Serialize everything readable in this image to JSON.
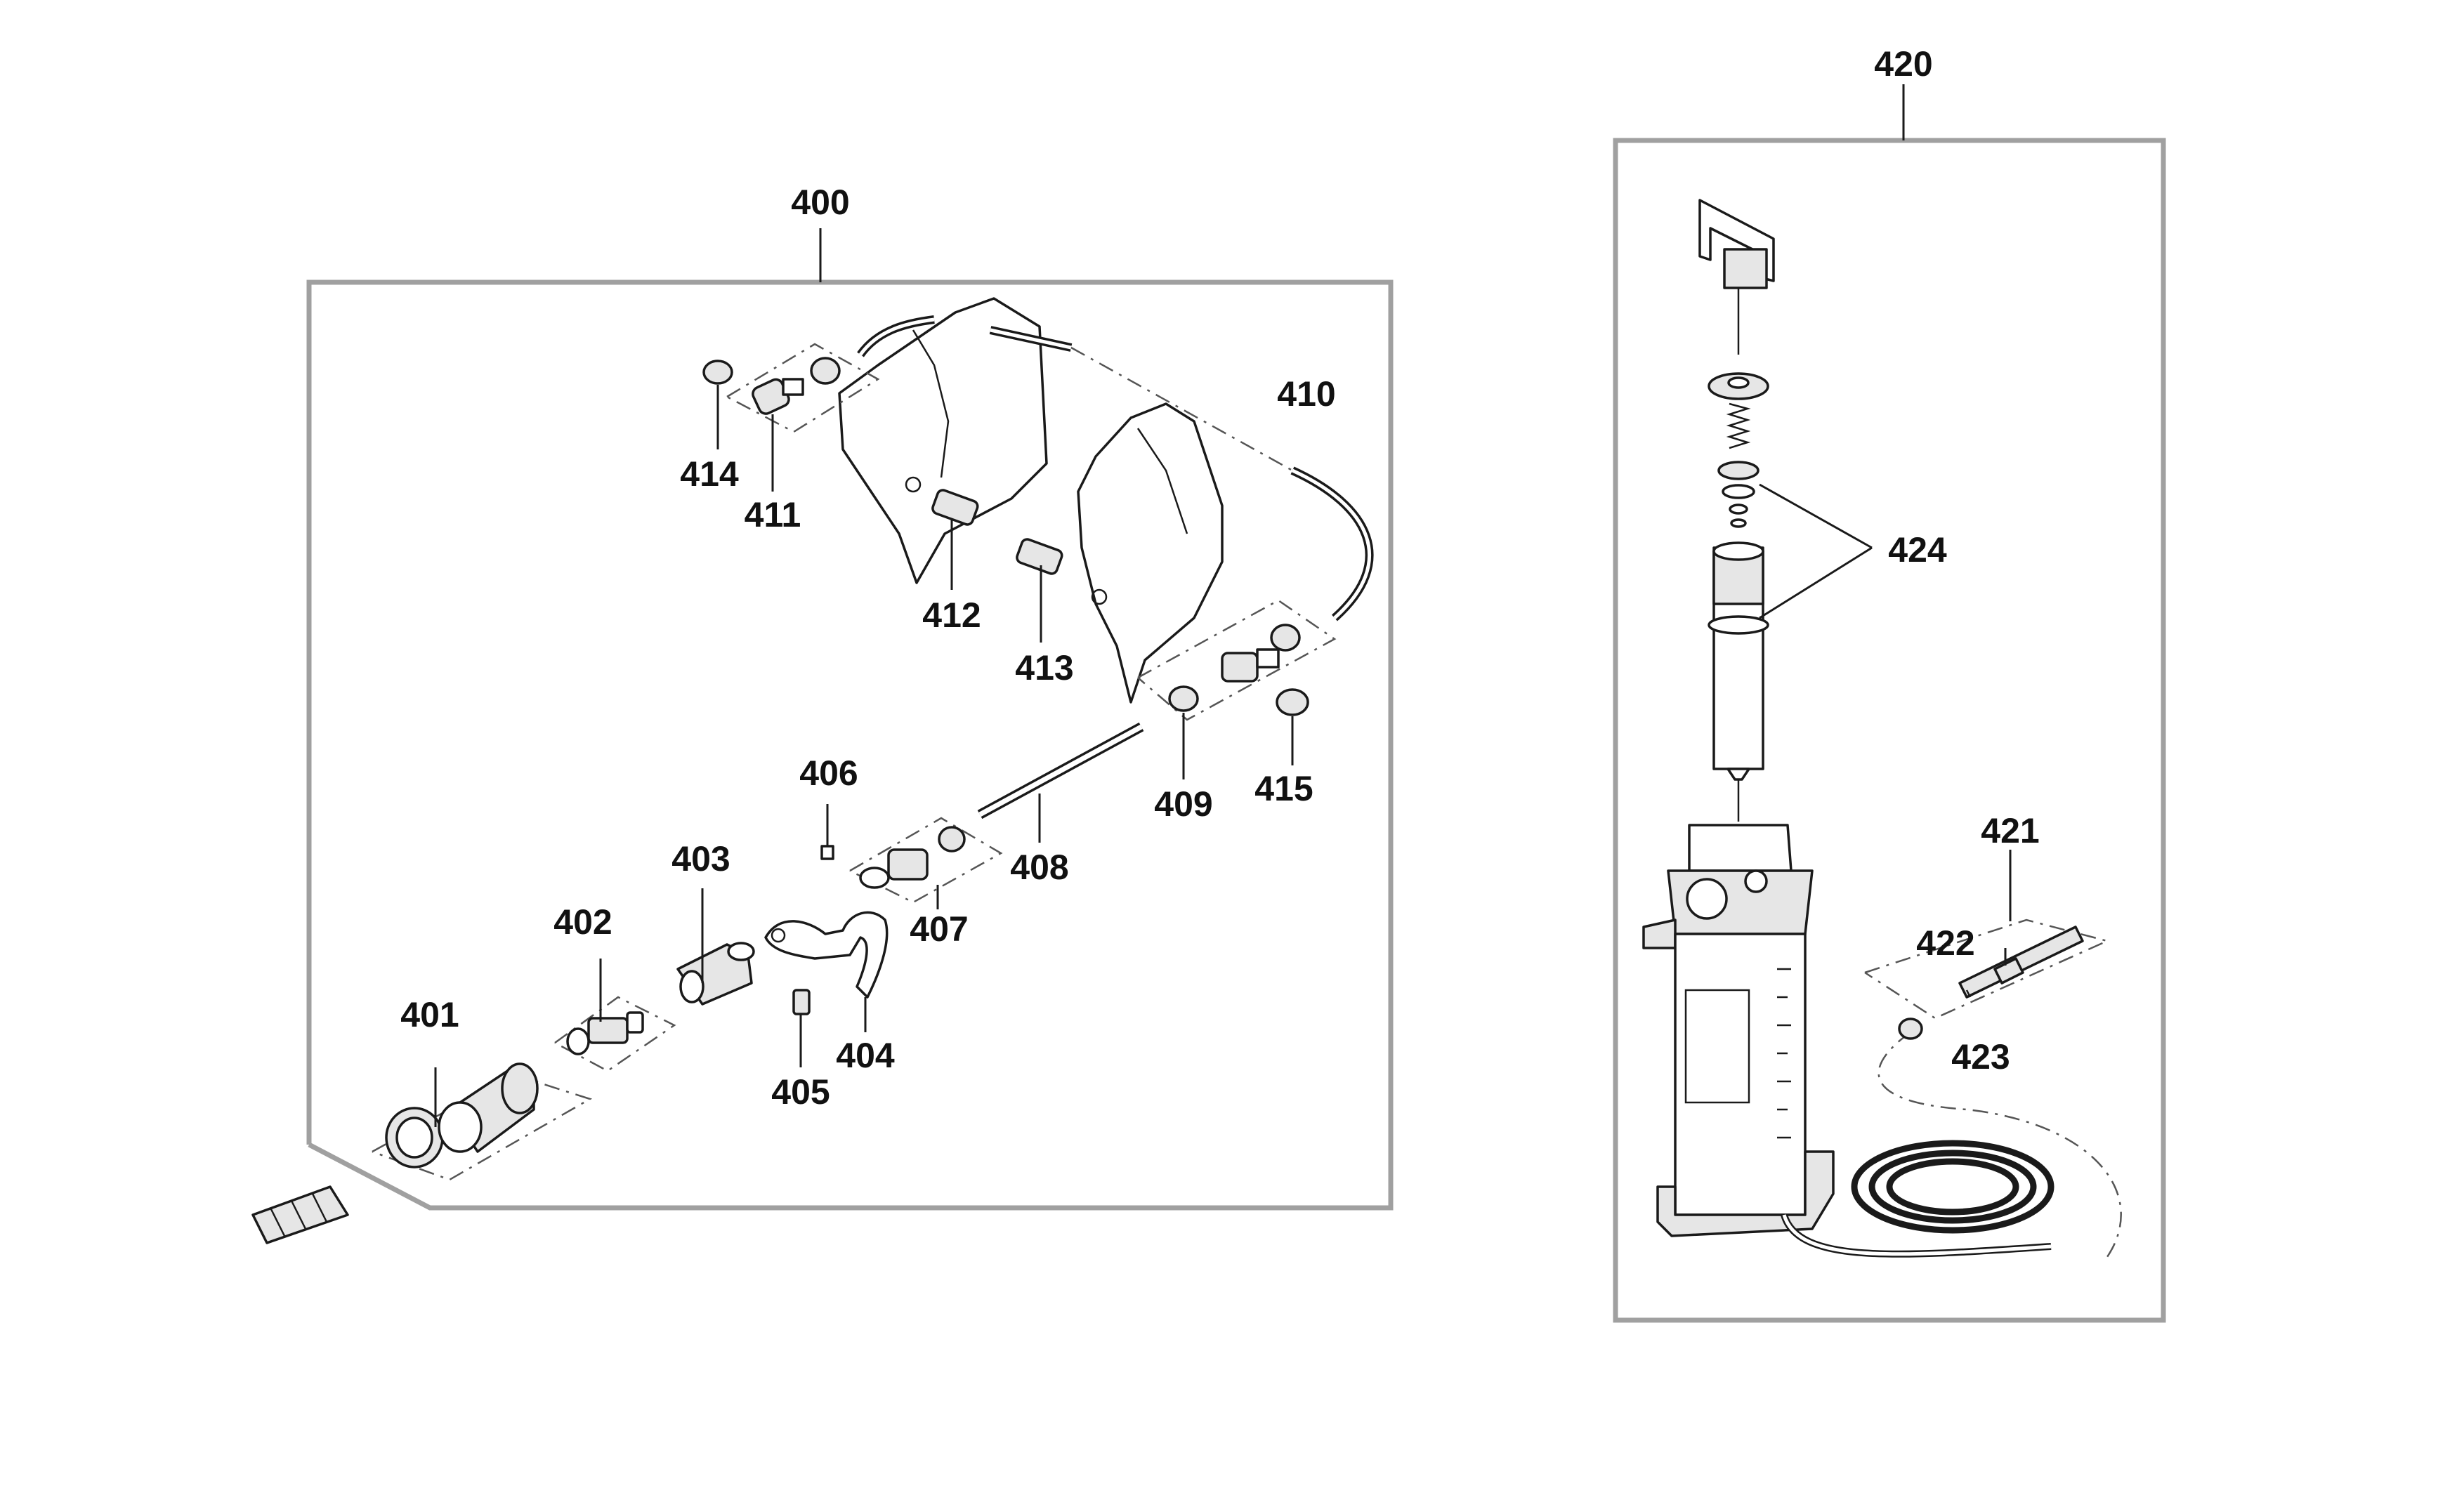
{
  "labels": {
    "l400": "400",
    "l401": "401",
    "l402": "402",
    "l403": "403",
    "l404": "404",
    "l405": "405",
    "l406": "406",
    "l407": "407",
    "l408": "408",
    "l409": "409",
    "l410": "410",
    "l411": "411",
    "l412": "412",
    "l413": "413",
    "l414": "414",
    "l415": "415",
    "l420": "420",
    "l421": "421",
    "l422": "422",
    "l423": "423",
    "l424": "424"
  },
  "colors": {
    "frame": "#a0a0a0",
    "line": "#1a1a1a",
    "fill_light": "#e6e6e6"
  }
}
